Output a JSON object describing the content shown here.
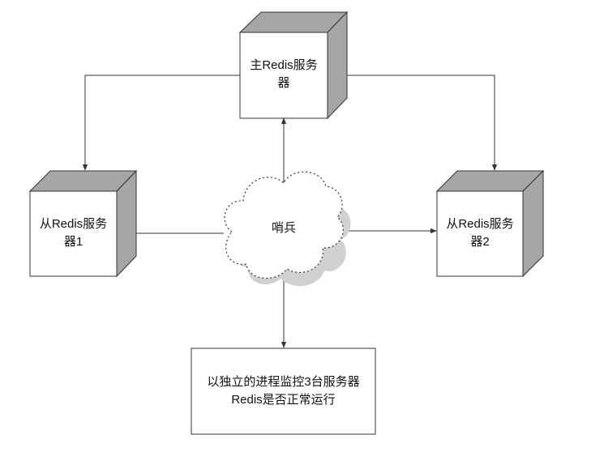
{
  "nodes": {
    "master": {
      "line1": "主Redis服务",
      "line2": "器"
    },
    "slave1": {
      "line1": "从Redis服务",
      "line2": "器1"
    },
    "slave2": {
      "line1": "从Redis服务",
      "line2": "器2"
    },
    "sentinel": {
      "label": "哨兵"
    },
    "note": {
      "line1": "以独立的进程监控3台服务器",
      "line2": "Redis是否正常运行"
    }
  },
  "colors": {
    "cube_side": "#a6a6a6",
    "stroke": "#333333",
    "cloud_shadow": "#d0d0d0",
    "fill": "#ffffff"
  }
}
